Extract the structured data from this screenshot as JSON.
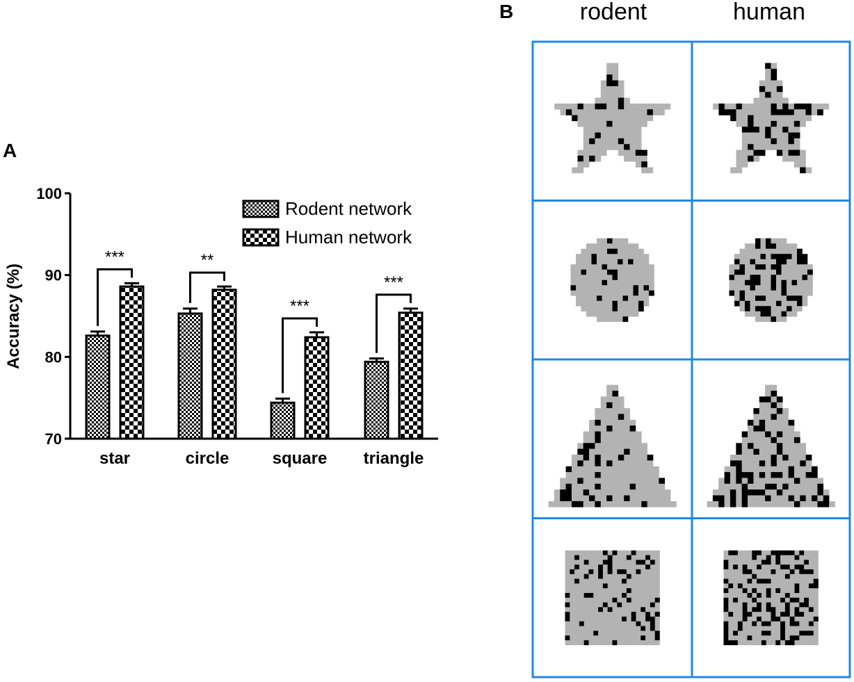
{
  "panel_a": {
    "label": "A"
  },
  "panel_b": {
    "label": "B",
    "columns": [
      "rodent",
      "human"
    ],
    "grid_color": "#1e88e5",
    "shape_gray": "#b3b3b3",
    "rows": [
      {
        "shape": "star"
      },
      {
        "shape": "circle"
      },
      {
        "shape": "triangle"
      },
      {
        "shape": "square"
      }
    ]
  },
  "chart_data": {
    "type": "bar",
    "categories": [
      "star",
      "circle",
      "square",
      "triangle"
    ],
    "series": [
      {
        "name": "Rodent network",
        "values": [
          82.6,
          85.3,
          74.4,
          79.4
        ],
        "errors": [
          0.5,
          0.6,
          0.5,
          0.4
        ],
        "pattern": "fine-checker"
      },
      {
        "name": "Human network",
        "values": [
          88.6,
          88.2,
          82.4,
          85.4
        ],
        "errors": [
          0.4,
          0.4,
          0.6,
          0.5
        ],
        "pattern": "coarse-checker"
      }
    ],
    "significance": [
      "***",
      "**",
      "***",
      "***"
    ],
    "xlabel": "",
    "ylabel": "Accuracy (%)",
    "ylim": [
      70,
      100
    ],
    "yticks": [
      70,
      80,
      90,
      100
    ],
    "legend_position": "top-right",
    "grid": false
  }
}
